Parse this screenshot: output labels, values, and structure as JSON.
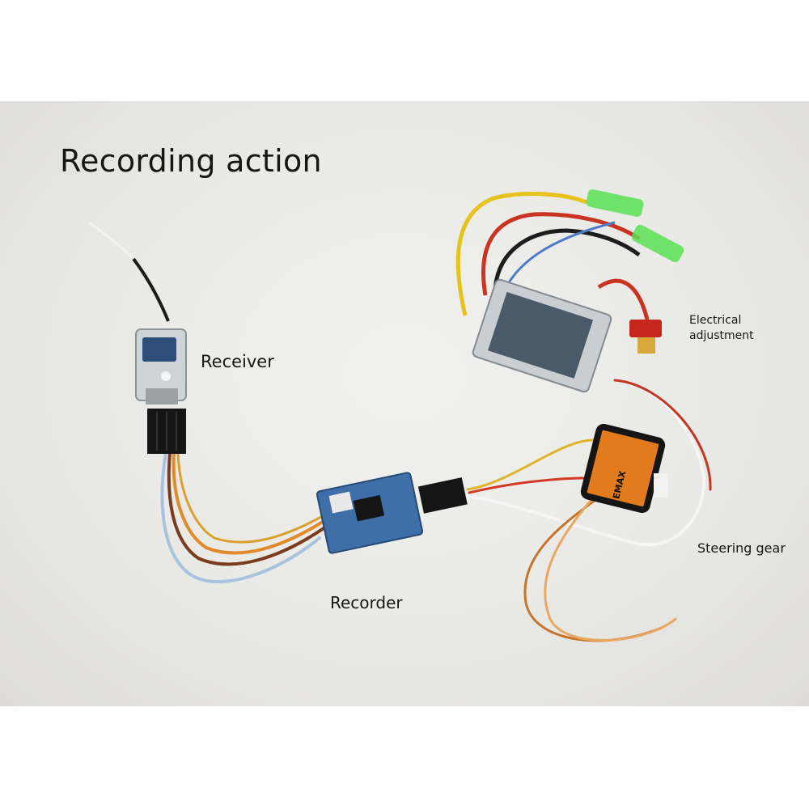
{
  "photo": {
    "title": "Recording action",
    "labels": {
      "receiver": "Receiver",
      "recorder": "Recorder",
      "steering_gear": "Steering gear",
      "electrical_adjustment_line1": "Electrical",
      "electrical_adjustment_line2": "adjustment"
    },
    "servo_brand": "EMAX"
  }
}
